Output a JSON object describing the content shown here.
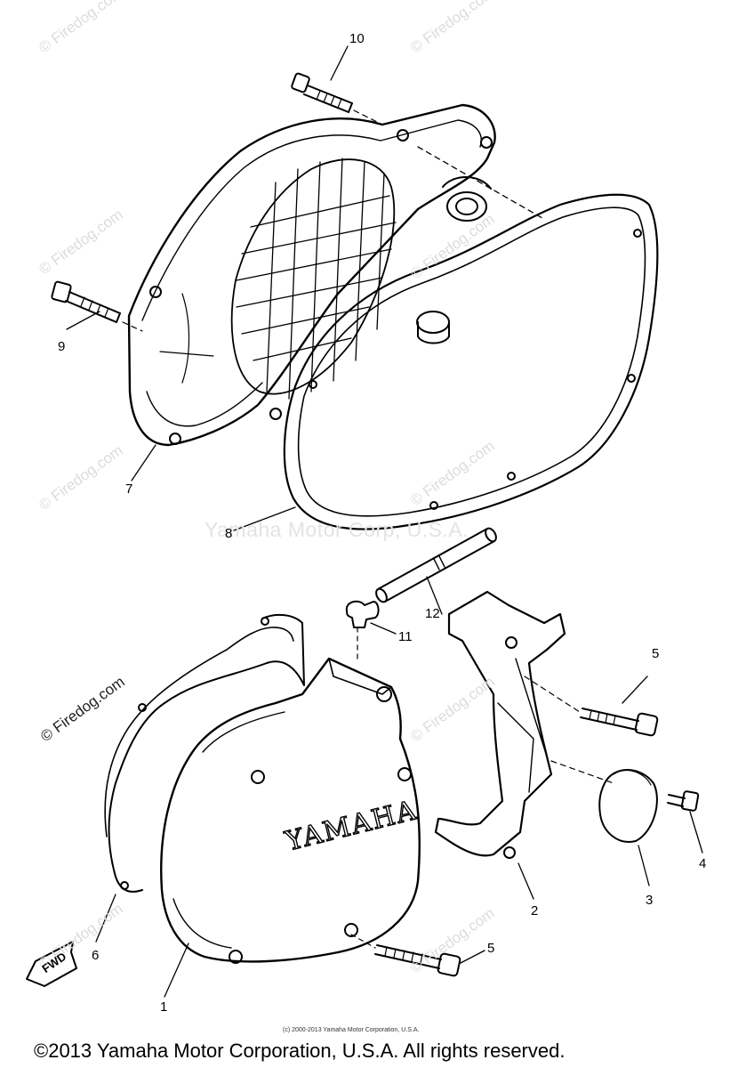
{
  "diagram": {
    "parts": [
      {
        "number": "1",
        "name": "crankcase-cover-right"
      },
      {
        "number": "2",
        "name": "cover-bracket"
      },
      {
        "number": "3",
        "name": "small-cap"
      },
      {
        "number": "4",
        "name": "screw-small"
      },
      {
        "number": "5",
        "name": "bolt-long"
      },
      {
        "number": "6",
        "name": "gasket-right-cover"
      },
      {
        "number": "7",
        "name": "crankcase-cover-left-grille"
      },
      {
        "number": "8",
        "name": "gasket-left-cover"
      },
      {
        "number": "9",
        "name": "bolt-left"
      },
      {
        "number": "10",
        "name": "bolt-top"
      },
      {
        "number": "11",
        "name": "elbow-fitting"
      },
      {
        "number": "12",
        "name": "hose"
      }
    ],
    "callouts": {
      "n10": "10",
      "n9": "9",
      "n7": "7",
      "n8": "8",
      "n12": "12",
      "n11": "11",
      "n5a": "5",
      "n5b": "5",
      "n4": "4",
      "n3": "3",
      "n2": "2",
      "n6": "6",
      "n1": "1"
    },
    "cover_logo": "YAMAHA",
    "direction_marker": "FWD"
  },
  "watermarks": {
    "firedog": "© Firedog.com",
    "center": "Yamaha Motor Corp, U.S.A."
  },
  "small_copyright": "(c) 2000-2013 Yamaha Motor Corporation, U.S.A.",
  "copyright": "©2013 Yamaha Motor Corporation, U.S.A. All rights reserved."
}
